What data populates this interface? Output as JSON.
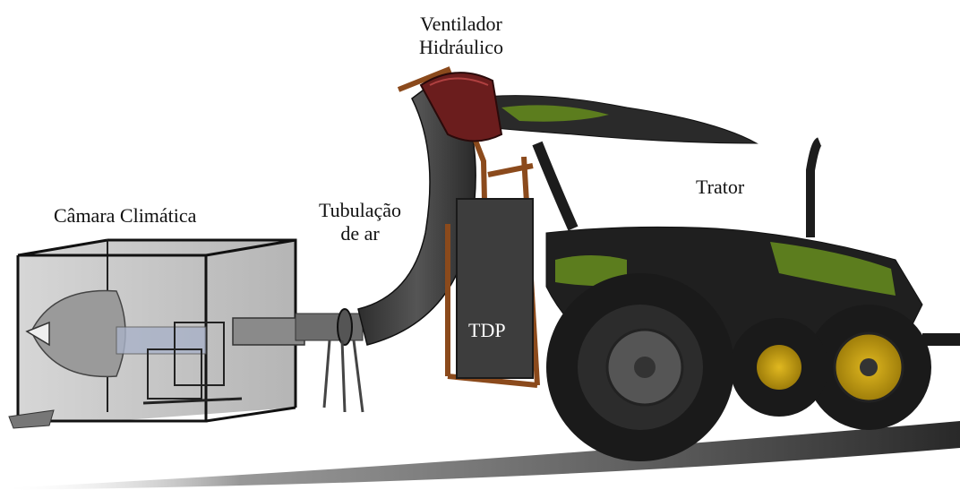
{
  "labels": {
    "fan_line1": "Ventilador",
    "fan_line2": "Hidráulico",
    "tractor": "Trator",
    "chamber": "Câmara Climática",
    "duct_line1": "Tubulação",
    "duct_line2": "de ar",
    "pto": "TDP"
  },
  "colors": {
    "tractor_body": "#5c7d1e",
    "tractor_dark": "#1c1c1c",
    "frame": "#8b4a1c",
    "chamber": "#b9b9b9",
    "wheel_hub": "#c8a012"
  }
}
